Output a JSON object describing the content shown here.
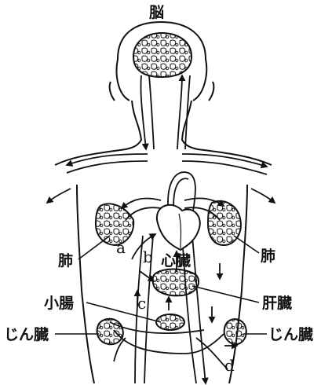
{
  "figure": {
    "labels": {
      "brain": "脳",
      "lung_left": "肺",
      "lung_right": "肺",
      "heart": "心臓",
      "liver": "肝臓",
      "small_intestine": "小腸",
      "kidney_left": "じん臓",
      "kidney_right": "じん臓"
    },
    "vessels": {
      "a": "a",
      "b": "b",
      "c": "c",
      "d": "d"
    },
    "colors": {
      "line": "#111111",
      "background": "#ffffff"
    }
  }
}
